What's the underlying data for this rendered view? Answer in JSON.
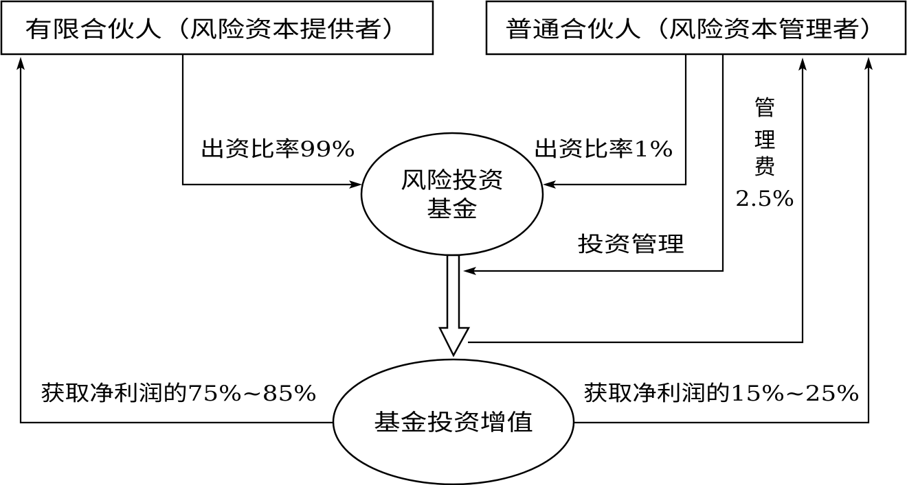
{
  "nodes": {
    "limited_partner": "有限合伙人（风险资本提供者）",
    "general_partner": "普通合伙人（风险资本管理者）",
    "fund_line1": "风险投资",
    "fund_line2": "基金",
    "appreciation": "基金投资增值"
  },
  "edges": {
    "lp_contribution": "出资比率99%",
    "gp_contribution": "出资比率1%",
    "management_fee_chars": [
      "管",
      "理",
      "费"
    ],
    "management_fee_pct": "2.5%",
    "investment_management": "投资管理",
    "lp_profit": "获取净利润的75%~85%",
    "gp_profit": "获取净利润的15%~25%"
  }
}
